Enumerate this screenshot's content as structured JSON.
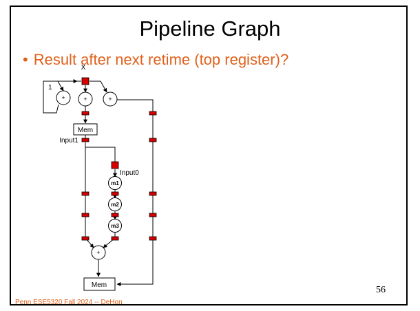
{
  "slide": {
    "title": "Pipeline Graph",
    "bullet": "Result after next retime (top register)?",
    "footer": "Penn ESE5320 Fall 2024 -- DeHon",
    "page_number": "56",
    "accent_color": "#e0611a",
    "register_color": "#d40000"
  },
  "diagram": {
    "labels": {
      "x": "X",
      "one": "1",
      "input1": "Input1",
      "input0": "Input0",
      "mem_top": "Mem",
      "mem_bottom": "Mem",
      "plus": "+",
      "m1": "m1",
      "m2": "m2",
      "m3": "m3"
    }
  }
}
